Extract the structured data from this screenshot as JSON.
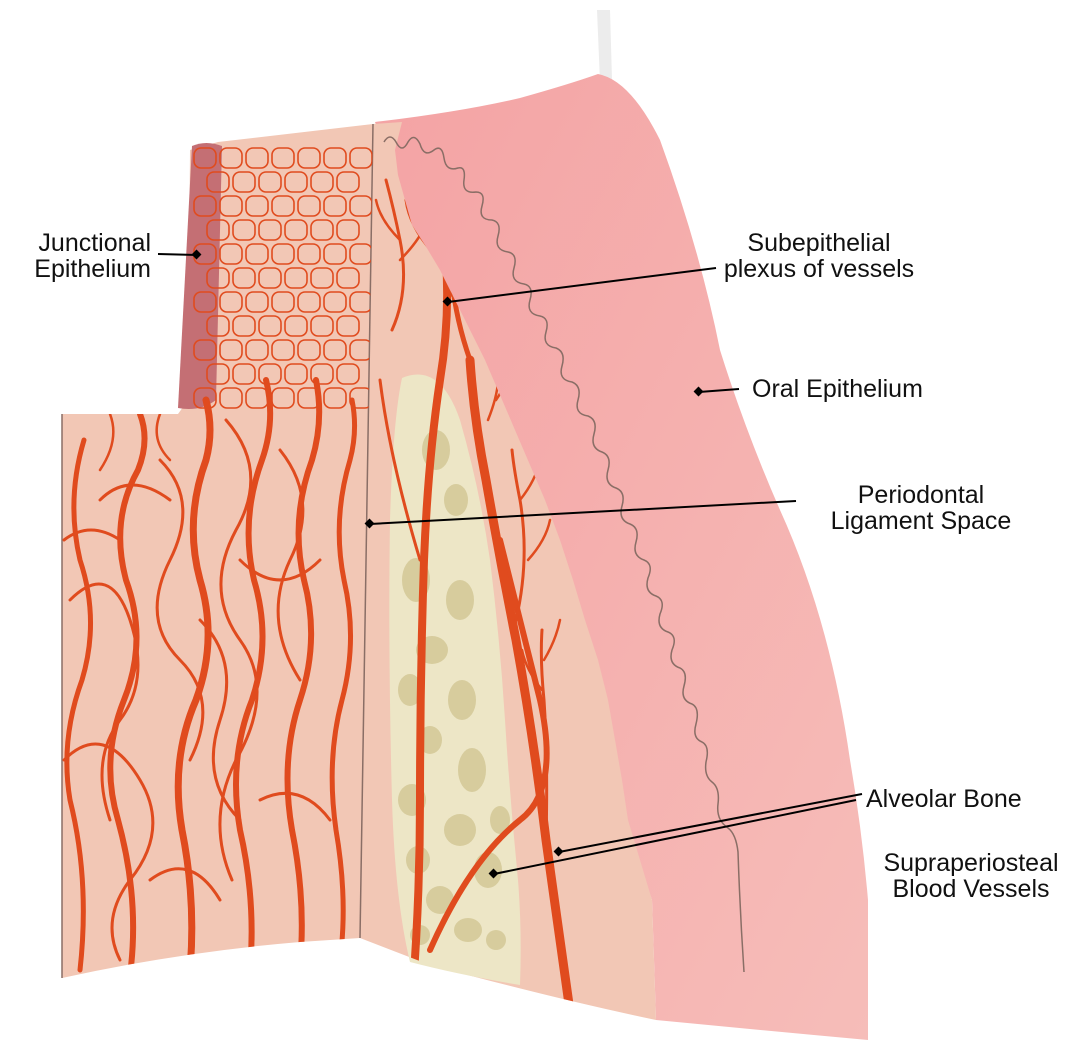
{
  "colors": {
    "tissue": "#f2c7b5",
    "tissue_dark": "#e9b39e",
    "vessel": "#e04b1e",
    "oral_epithelium": "#f4a9a6",
    "oral_epithelium_light": "#f6bcb8",
    "junctional_epithelium": "#c46f74",
    "bone": "#ede6c6",
    "bone_spot": "#d7cc9d",
    "outline": "#6d5b55"
  },
  "labels": {
    "junctional_epithelium": [
      "Junctional",
      "Epithelium"
    ],
    "subepithelial_plexus": [
      "Subepithelial",
      "plexus of vessels"
    ],
    "oral_epithelium": [
      "Oral Epithelium"
    ],
    "periodontal_ligament_space": [
      "Periodontal",
      "Ligament Space"
    ],
    "alveolar_bone": [
      "Alveolar Bone"
    ],
    "supraperiosteal_vessels": [
      "Supraperiosteal",
      "Blood Vessels"
    ]
  }
}
